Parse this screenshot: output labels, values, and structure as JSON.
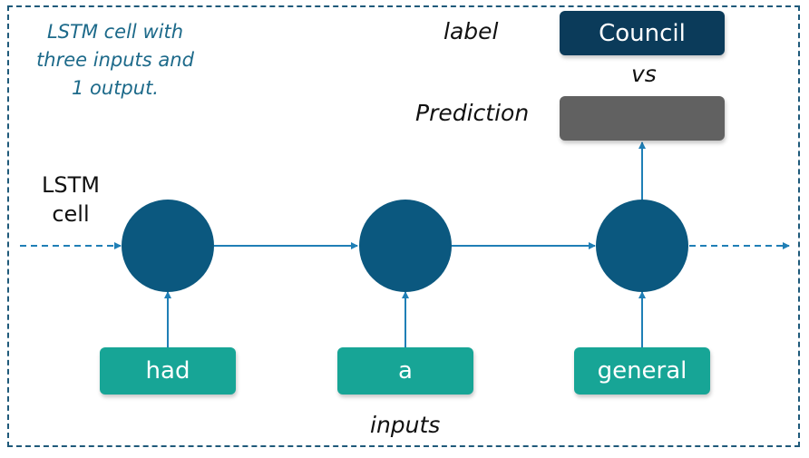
{
  "note": {
    "line1": "LSTM cell with",
    "line2": "three inputs and",
    "line3": "1 output."
  },
  "lstm_label": {
    "line1": "LSTM",
    "line2": "cell"
  },
  "top": {
    "label_text": "label",
    "label_box": "Council",
    "vs_text": "vs",
    "prediction_text": "Prediction",
    "prediction_box": ""
  },
  "inputs": [
    "had",
    "a",
    "general"
  ],
  "inputs_caption": "inputs",
  "colors": {
    "node": "#0b587f",
    "input_box": "#17a596",
    "label_box": "#0b3b5a",
    "prediction_box": "#616161",
    "arrow": "#1f7fb6",
    "frame": "#1f5a7a",
    "note_text": "#1d6a8a"
  }
}
